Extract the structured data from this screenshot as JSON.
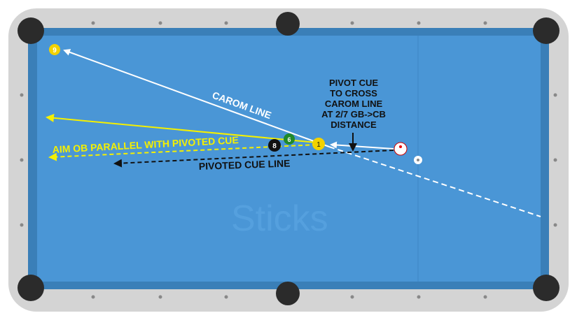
{
  "diagram": {
    "title": "Pool shot diagram",
    "colors": {
      "rail": "#d4d4d4",
      "cushion": "#3a7fb8",
      "felt": "#4a96d6",
      "pocket": "#2b2b2b",
      "yellow": "#f5e000",
      "white": "#ffffff",
      "black": "#111111"
    },
    "balls": [
      {
        "id": "ball-9",
        "label": "9",
        "color": "#f2d200"
      },
      {
        "id": "ball-6",
        "label": "6",
        "color": "#1f8a2a"
      },
      {
        "id": "ball-8",
        "label": "8",
        "color": "#111111"
      },
      {
        "id": "ball-1",
        "label": "1",
        "color": "#f2d200"
      }
    ],
    "labels": {
      "carom_line": "CAROM LINE",
      "aim_ob": "AIM OB PARALLEL WITH PIVOTED CUE",
      "pivoted_cue_line": "PIVOTED CUE LINE",
      "pivot_note": [
        "PIVOT CUE",
        "TO CROSS",
        "CAROM LINE",
        "AT 2/7 GB->CB",
        "DISTANCE"
      ]
    },
    "watermark": "Sticks"
  }
}
